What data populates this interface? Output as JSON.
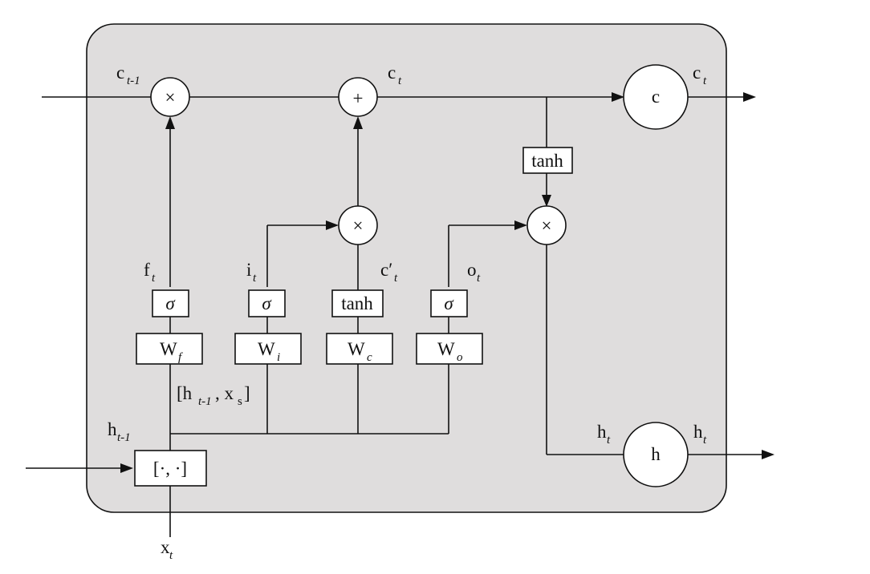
{
  "colors": {
    "cell_fill": "#dfdddd",
    "stroke": "#111111",
    "node_fill": "#ffffff"
  },
  "labels": {
    "c_prev": {
      "base": "c",
      "sub": "t-1"
    },
    "c_t_top": {
      "base": "c",
      "sub": "t"
    },
    "c_t_out": {
      "base": "c",
      "sub": "t"
    },
    "f_t": {
      "base": "f",
      "sub": "t"
    },
    "i_t": {
      "base": "i",
      "sub": "t"
    },
    "c_cand": {
      "base": "c′",
      "sub": "t"
    },
    "o_t": {
      "base": "o",
      "sub": "t"
    },
    "concat_note": {
      "open": "[h",
      "sub1": "t-1",
      "mid": ", x",
      "sub2": "s",
      "close": "]"
    },
    "h_prev": {
      "base": "h",
      "sub": "t-1"
    },
    "x_t": {
      "base": "x",
      "sub": "t"
    },
    "h_t_in": {
      "base": "h",
      "sub": "t"
    },
    "h_t_out": {
      "base": "h",
      "sub": "t"
    }
  },
  "nodes": {
    "mult_forget": "×",
    "add_cell": "+",
    "mult_input": "×",
    "mult_output": "×",
    "cell_state": "c",
    "hidden_state": "h"
  },
  "boxes": {
    "tanh_cell": "tanh",
    "sigma_f": "σ",
    "sigma_i": "σ",
    "tanh_c": "tanh",
    "sigma_o": "σ",
    "w_f": {
      "base": "W",
      "sub": "f"
    },
    "w_i": {
      "base": "W",
      "sub": "i"
    },
    "w_c": {
      "base": "W",
      "sub": "c"
    },
    "w_o": {
      "base": "W",
      "sub": "o"
    },
    "concat": "[·, ·]"
  }
}
